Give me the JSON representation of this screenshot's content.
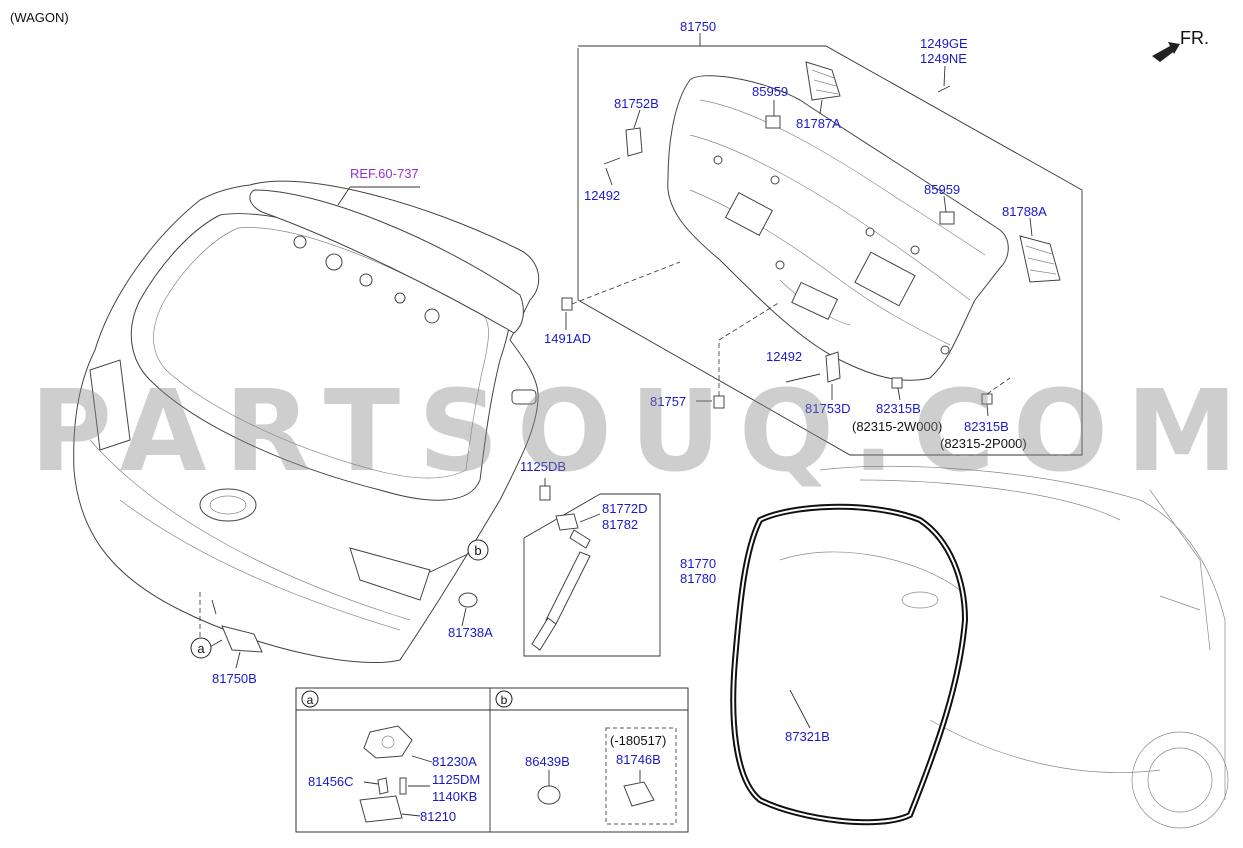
{
  "variant_label": "(WAGON)",
  "orientation_label": "FR.",
  "ref_label": "REF.60-737",
  "watermark": "PARTSOUQ.COM",
  "callouts": {
    "c81750": "81750",
    "c1249GE": "1249GE",
    "c1249NE": "1249NE",
    "c85959_top": "85959",
    "c81787A": "81787A",
    "c81752B": "81752B",
    "c12492_top": "12492",
    "c85959_mid": "85959",
    "c81788A": "81788A",
    "c1491AD": "1491AD",
    "c12492_mid": "12492",
    "c81757": "81757",
    "c81753D": "81753D",
    "c82315B_1": "82315B",
    "c82315_2W000": "(82315-2W000)",
    "c82315B_2": "82315B",
    "c82315_2P000": "(82315-2P000)",
    "c1125DB": "1125DB",
    "c81772D": "81772D",
    "c81782": "81782",
    "c81770": "81770",
    "c81780": "81780",
    "c81738A": "81738A",
    "c81750B": "81750B",
    "c87321B": "87321B"
  },
  "circle_refs": {
    "a": "a",
    "b": "b"
  },
  "detail_box": {
    "header_a": "a",
    "header_b": "b",
    "a_parts": {
      "p81230A": "81230A",
      "p81456C": "81456C",
      "p1125DM": "1125DM",
      "p1140KB": "1140KB",
      "p81210": "81210"
    },
    "b_parts": {
      "p86439B": "86439B",
      "date_range": "(-180517)",
      "p81746B": "81746B"
    }
  }
}
